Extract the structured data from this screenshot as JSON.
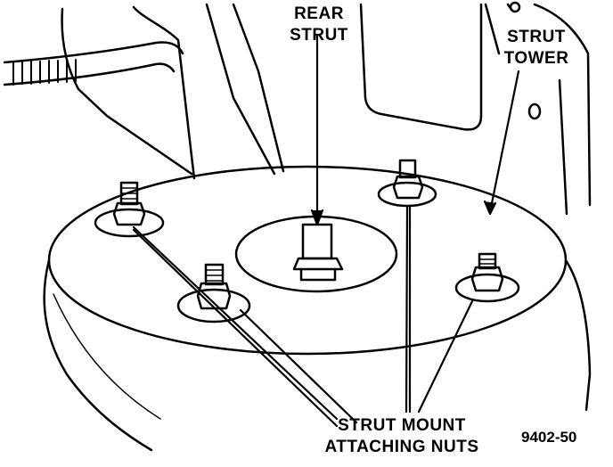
{
  "labels": {
    "rear_strut_line1": "REAR",
    "rear_strut_line2": "STRUT",
    "strut_tower_line1": "STRUT",
    "strut_tower_line2": "TOWER",
    "nuts_line1": "STRUT MOUNT",
    "nuts_line2": "ATTACHING NUTS",
    "figure_number": "9402-50"
  },
  "colors": {
    "ink": "#000000",
    "paper": "#ffffff"
  }
}
